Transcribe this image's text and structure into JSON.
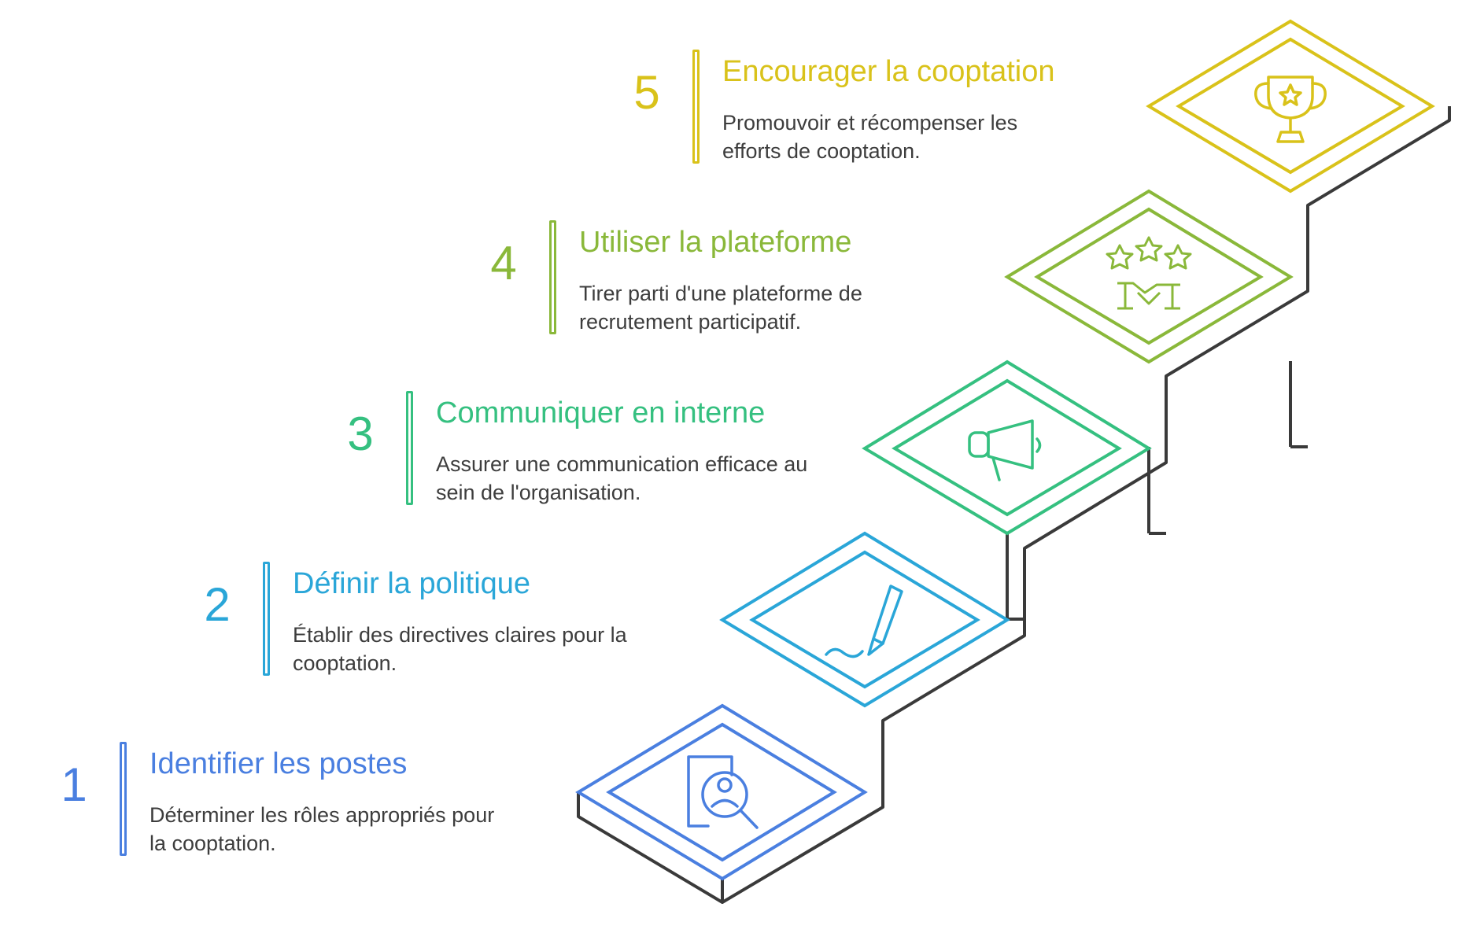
{
  "steps": [
    {
      "num": "1",
      "title": "Identifier les postes",
      "desc": "Déterminer les rôles appropriés pour la cooptation.",
      "color": "#4a7fe0",
      "icon": "profile-search-icon"
    },
    {
      "num": "2",
      "title": "Définir la politique",
      "desc": "Établir des directives claires pour la cooptation.",
      "color": "#2aa6d8",
      "icon": "pen-signature-icon"
    },
    {
      "num": "3",
      "title": "Communiquer en interne",
      "desc": "Assurer une communication efficace au sein de l'organisation.",
      "color": "#35c080",
      "icon": "megaphone-icon"
    },
    {
      "num": "4",
      "title": "Utiliser la plateforme",
      "desc": "Tirer parti d'une plateforme de recrutement participatif.",
      "color": "#8ab83a",
      "icon": "handshake-stars-icon"
    },
    {
      "num": "5",
      "title": "Encourager la cooptation",
      "desc": "Promouvoir et récompenser les efforts de cooptation.",
      "color": "#d9c21a",
      "icon": "trophy-icon"
    }
  ],
  "stroke_color": "#3a3a3a"
}
